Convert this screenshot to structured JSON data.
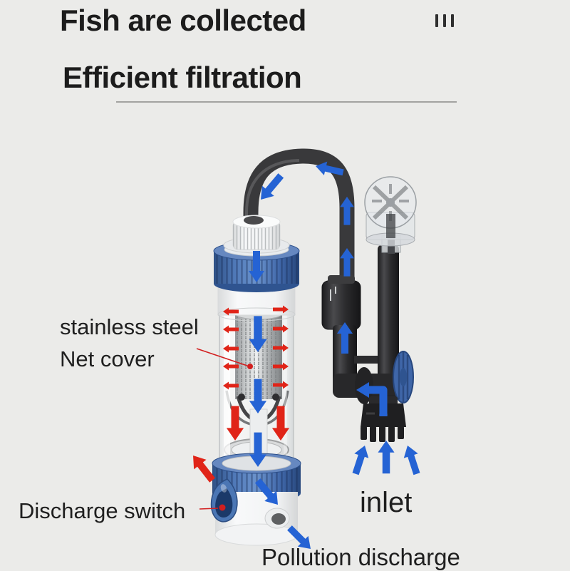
{
  "header": {
    "title_line1": "Fish are collected",
    "title_line2": "Efficient filtration"
  },
  "labels": {
    "net_cover_line1": "stainless steel",
    "net_cover_line2": "Net cover",
    "discharge_switch": "Discharge switch",
    "inlet": "inlet",
    "pollution_discharge": "Pollution discharge"
  },
  "colors": {
    "background": "#ebebe9",
    "title_text": "#1c1c1c",
    "label_text": "#1f1f1f",
    "flow_blue": "#2563d4",
    "flow_red": "#e02418",
    "annotation_red": "#d21f1f",
    "collar_blue": "#3f66a8",
    "collar_blue_light": "#6688c0",
    "collar_blue_dark": "#2f5490",
    "switch_blue": "#4b76b4",
    "switch_blue_dark": "#173463",
    "hose_dark": "#39393b",
    "part_dark": "#28282a",
    "underline_gray": "#a3a3a1"
  }
}
